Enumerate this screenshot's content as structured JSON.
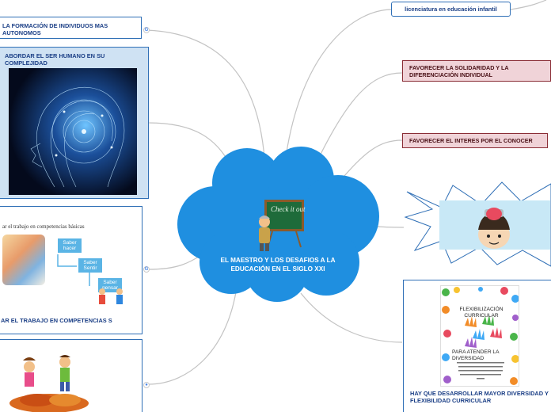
{
  "central": {
    "title": "EL MAESTRO Y LOS DESAFIOS A LA EDUCACIÓN EN EL SIGLO XXI",
    "board_text": "Check it out"
  },
  "left": [
    {
      "label": "LA FORMACIÓN DE INDIVIDUOS MAS AUTONOMOS"
    },
    {
      "label": "ABORDAR EL SER HUMANO EN SU COMPLEJIDAD"
    },
    {
      "label": "AR EL TRABAJO EN COMPETENCIAS S",
      "image_title": "ar el trabajo en competencias básicas",
      "steps": [
        "Saber hacer",
        "Saber Sentir",
        "Saber pensar"
      ]
    },
    {
      "label": ""
    }
  ],
  "right": [
    {
      "label": "licenciatura en  educación infantil"
    },
    {
      "label": "FAVORECER LA SOLIDARIDAD Y LA DIFERENCIACIÓN INDIVIDUAL"
    },
    {
      "label": "FAVORECER EL  INTERES POR EL CONOCER"
    },
    {
      "label": ""
    },
    {
      "label": "HAY QUE DESARROLLAR MAYOR DIVERSIDAD Y FLEXIBILIDAD CURRICULAR",
      "cover_title": "FLEXIBILIZACIÓN CURRICULAR",
      "cover_subtitle": "PARA ATENDER LA DIVERSIDAD"
    }
  ],
  "colors": {
    "cloud": "#1f8fe0",
    "link": "#c0c0c0",
    "topic_border": "#2f6fb6",
    "pink_bg": "#f0d3d8",
    "pink_border": "#8a2d36"
  }
}
